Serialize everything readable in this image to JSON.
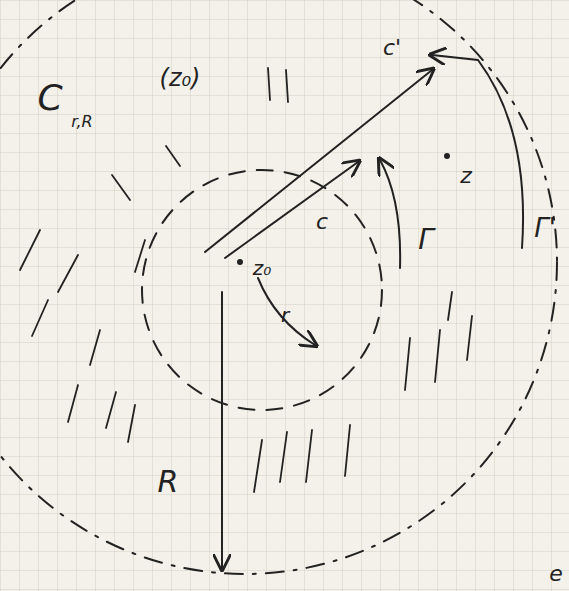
{
  "diagram": {
    "labels": [
      "C",
      "r,R",
      "(z₀)",
      "z₀",
      "z",
      "r",
      "R",
      "c",
      "c'",
      "Γ",
      "Γ'",
      "e"
    ]
  }
}
